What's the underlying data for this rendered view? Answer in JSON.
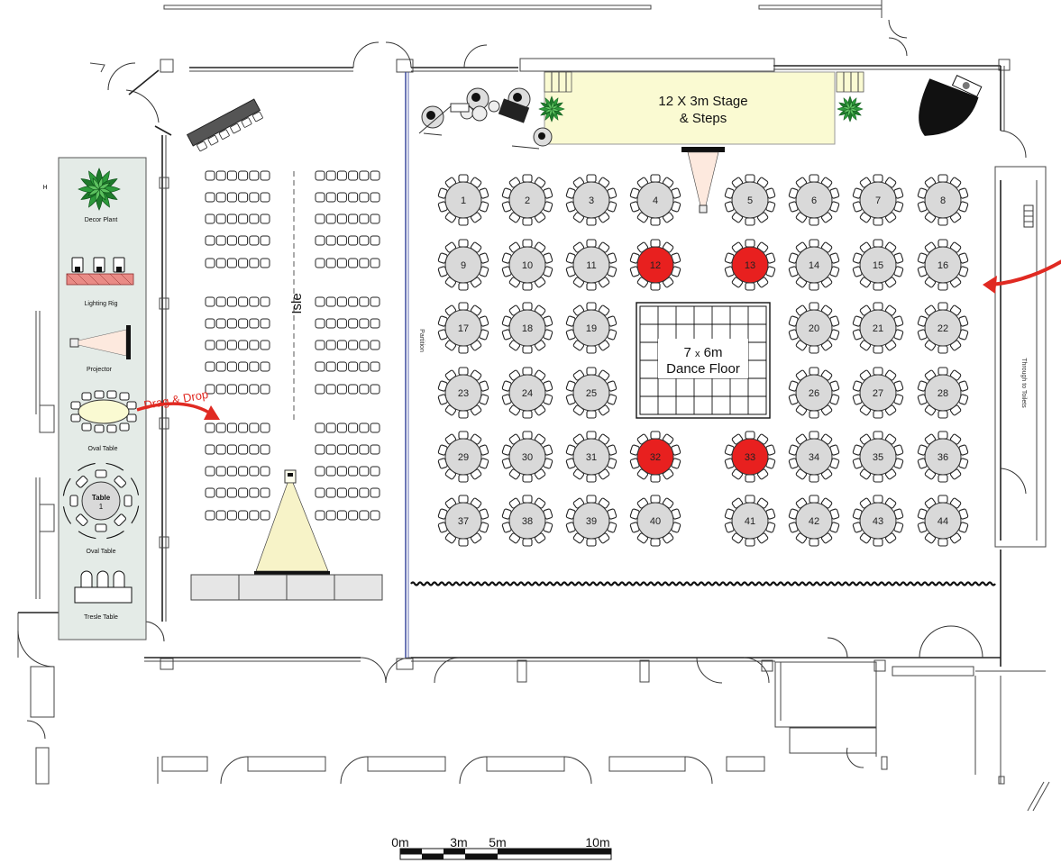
{
  "stage": {
    "line1": "12 X 3m Stage",
    "line2": "& Steps"
  },
  "dance_floor": {
    "line1": "7",
    "line1_x": "x",
    "line1_b": "6m",
    "line2": "Dance Floor"
  },
  "labels": {
    "aisle": "Isle",
    "partition": "Partition",
    "toilets": "Through to Toilets",
    "drag_drop": "Drag & Drop",
    "h_marker": "H"
  },
  "palette": {
    "items": [
      {
        "label": "Decor Plant"
      },
      {
        "label": "Lighting Rig"
      },
      {
        "label": "Projector"
      },
      {
        "label": "Oval Table"
      },
      {
        "label": "Oval Table",
        "table_text_1": "Table",
        "table_text_2": "1"
      },
      {
        "label": "Tresle Table"
      }
    ]
  },
  "tables": [
    {
      "n": "1",
      "selected": false
    },
    {
      "n": "2",
      "selected": false
    },
    {
      "n": "3",
      "selected": false
    },
    {
      "n": "4",
      "selected": false
    },
    {
      "n": "5",
      "selected": false
    },
    {
      "n": "6",
      "selected": false
    },
    {
      "n": "7",
      "selected": false
    },
    {
      "n": "8",
      "selected": false
    },
    {
      "n": "9",
      "selected": false
    },
    {
      "n": "10",
      "selected": false
    },
    {
      "n": "11",
      "selected": false
    },
    {
      "n": "12",
      "selected": true
    },
    {
      "n": "13",
      "selected": true
    },
    {
      "n": "14",
      "selected": false
    },
    {
      "n": "15",
      "selected": false
    },
    {
      "n": "16",
      "selected": false
    },
    {
      "n": "17",
      "selected": false
    },
    {
      "n": "18",
      "selected": false
    },
    {
      "n": "19",
      "selected": false
    },
    {
      "n": "20",
      "selected": false
    },
    {
      "n": "21",
      "selected": false
    },
    {
      "n": "22",
      "selected": false
    },
    {
      "n": "23",
      "selected": false
    },
    {
      "n": "24",
      "selected": false
    },
    {
      "n": "25",
      "selected": false
    },
    {
      "n": "26",
      "selected": false
    },
    {
      "n": "27",
      "selected": false
    },
    {
      "n": "28",
      "selected": false
    },
    {
      "n": "29",
      "selected": false
    },
    {
      "n": "30",
      "selected": false
    },
    {
      "n": "31",
      "selected": false
    },
    {
      "n": "32",
      "selected": true
    },
    {
      "n": "33",
      "selected": true
    },
    {
      "n": "34",
      "selected": false
    },
    {
      "n": "35",
      "selected": false
    },
    {
      "n": "36",
      "selected": false
    },
    {
      "n": "37",
      "selected": false
    },
    {
      "n": "38",
      "selected": false
    },
    {
      "n": "39",
      "selected": false
    },
    {
      "n": "40",
      "selected": false
    },
    {
      "n": "41",
      "selected": false
    },
    {
      "n": "42",
      "selected": false
    },
    {
      "n": "43",
      "selected": false
    },
    {
      "n": "44",
      "selected": false
    }
  ],
  "scale_bar": {
    "labels": [
      "0m",
      "3m",
      "5m",
      "10m"
    ]
  },
  "colors": {
    "selected_table": "#e8201f",
    "table": "#d9d9d9",
    "stage": "#fafad2",
    "palette_bg": "#e4ebe7",
    "partition": "#3b4a9e",
    "arrow": "#e02a22",
    "light_cone": "#f7f3c8"
  },
  "icons": [
    "plant-icon",
    "grand-piano-icon",
    "lighting-rig-icon",
    "projector-icon",
    "drag-arrow-icon",
    "stairs-icon"
  ]
}
